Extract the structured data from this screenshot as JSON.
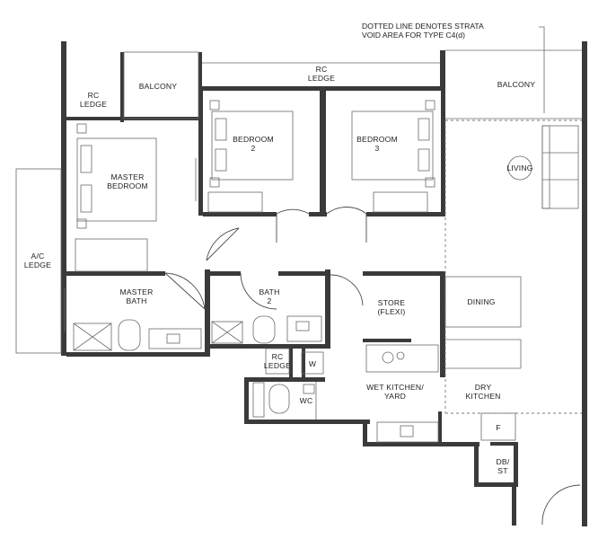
{
  "plan": {
    "note_line1": "DOTTED LINE DENOTES STRATA",
    "note_line2": "VOID AREA FOR TYPE C4(d)",
    "rooms": {
      "balcony_left": "BALCONY",
      "rc_ledge_top_left_1": "RC",
      "rc_ledge_top_left_2": "LEDGE",
      "rc_ledge_top_center_1": "RC",
      "rc_ledge_top_center_2": "LEDGE",
      "balcony_right": "BALCONY",
      "master_bedroom_1": "MASTER",
      "master_bedroom_2": "BEDROOM",
      "bedroom2_1": "BEDROOM",
      "bedroom2_2": "2",
      "bedroom3_1": "BEDROOM",
      "bedroom3_2": "3",
      "living": "LIVING",
      "ac_ledge_1": "A/C",
      "ac_ledge_2": "LEDGE",
      "master_bath_1": "MASTER",
      "master_bath_2": "BATH",
      "bath2_1": "BATH",
      "bath2_2": "2",
      "store_1": "STORE",
      "store_2": "(FLEXI)",
      "dining": "DINING",
      "rc_ledge_bottom_1": "RC",
      "rc_ledge_bottom_2": "LEDGE",
      "w": "W",
      "wc": "WC",
      "wet_kitchen_1": "WET KITCHEN/",
      "wet_kitchen_2": "YARD",
      "dry_kitchen_1": "DRY",
      "dry_kitchen_2": "KITCHEN",
      "fridge": "F",
      "db_st_1": "DB/",
      "db_st_2": "ST"
    },
    "colors": {
      "wall": "#3a3a3a",
      "line": "#6a6a6a",
      "text": "#222222"
    }
  }
}
